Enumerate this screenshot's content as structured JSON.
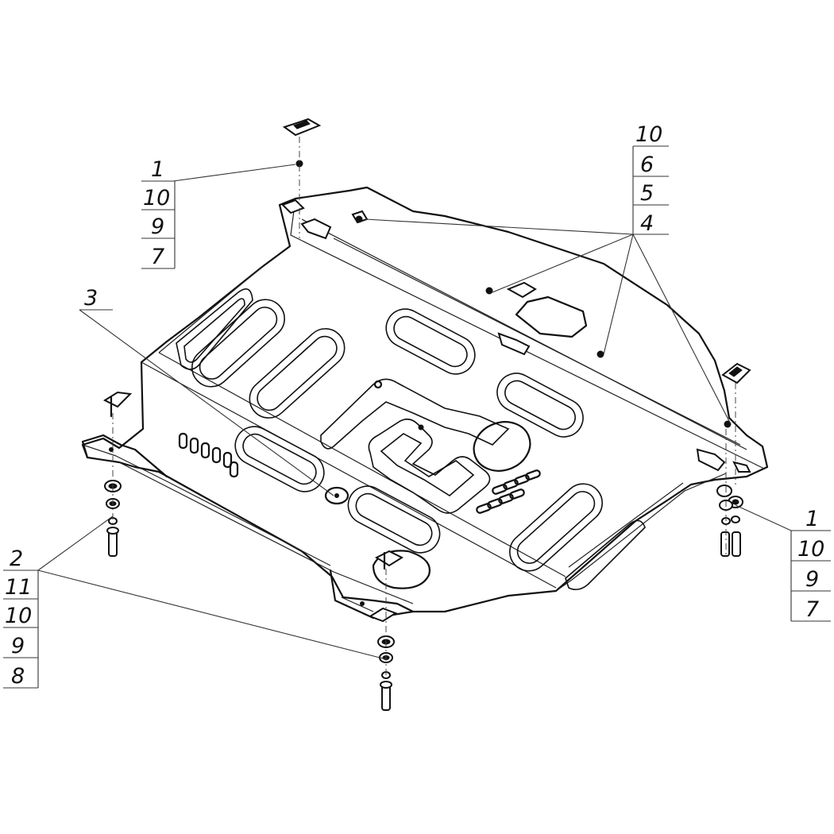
{
  "callouts": {
    "top_left": [
      "1",
      "10",
      "9",
      "7"
    ],
    "top_right": [
      "10",
      "6",
      "5",
      "4"
    ],
    "part3": [
      "3"
    ],
    "right": [
      "1",
      "10",
      "9",
      "7"
    ],
    "bottom_left": [
      "2",
      "11",
      "10",
      "9",
      "8"
    ]
  },
  "colors": {
    "line": "#111111",
    "background": "#ffffff"
  }
}
